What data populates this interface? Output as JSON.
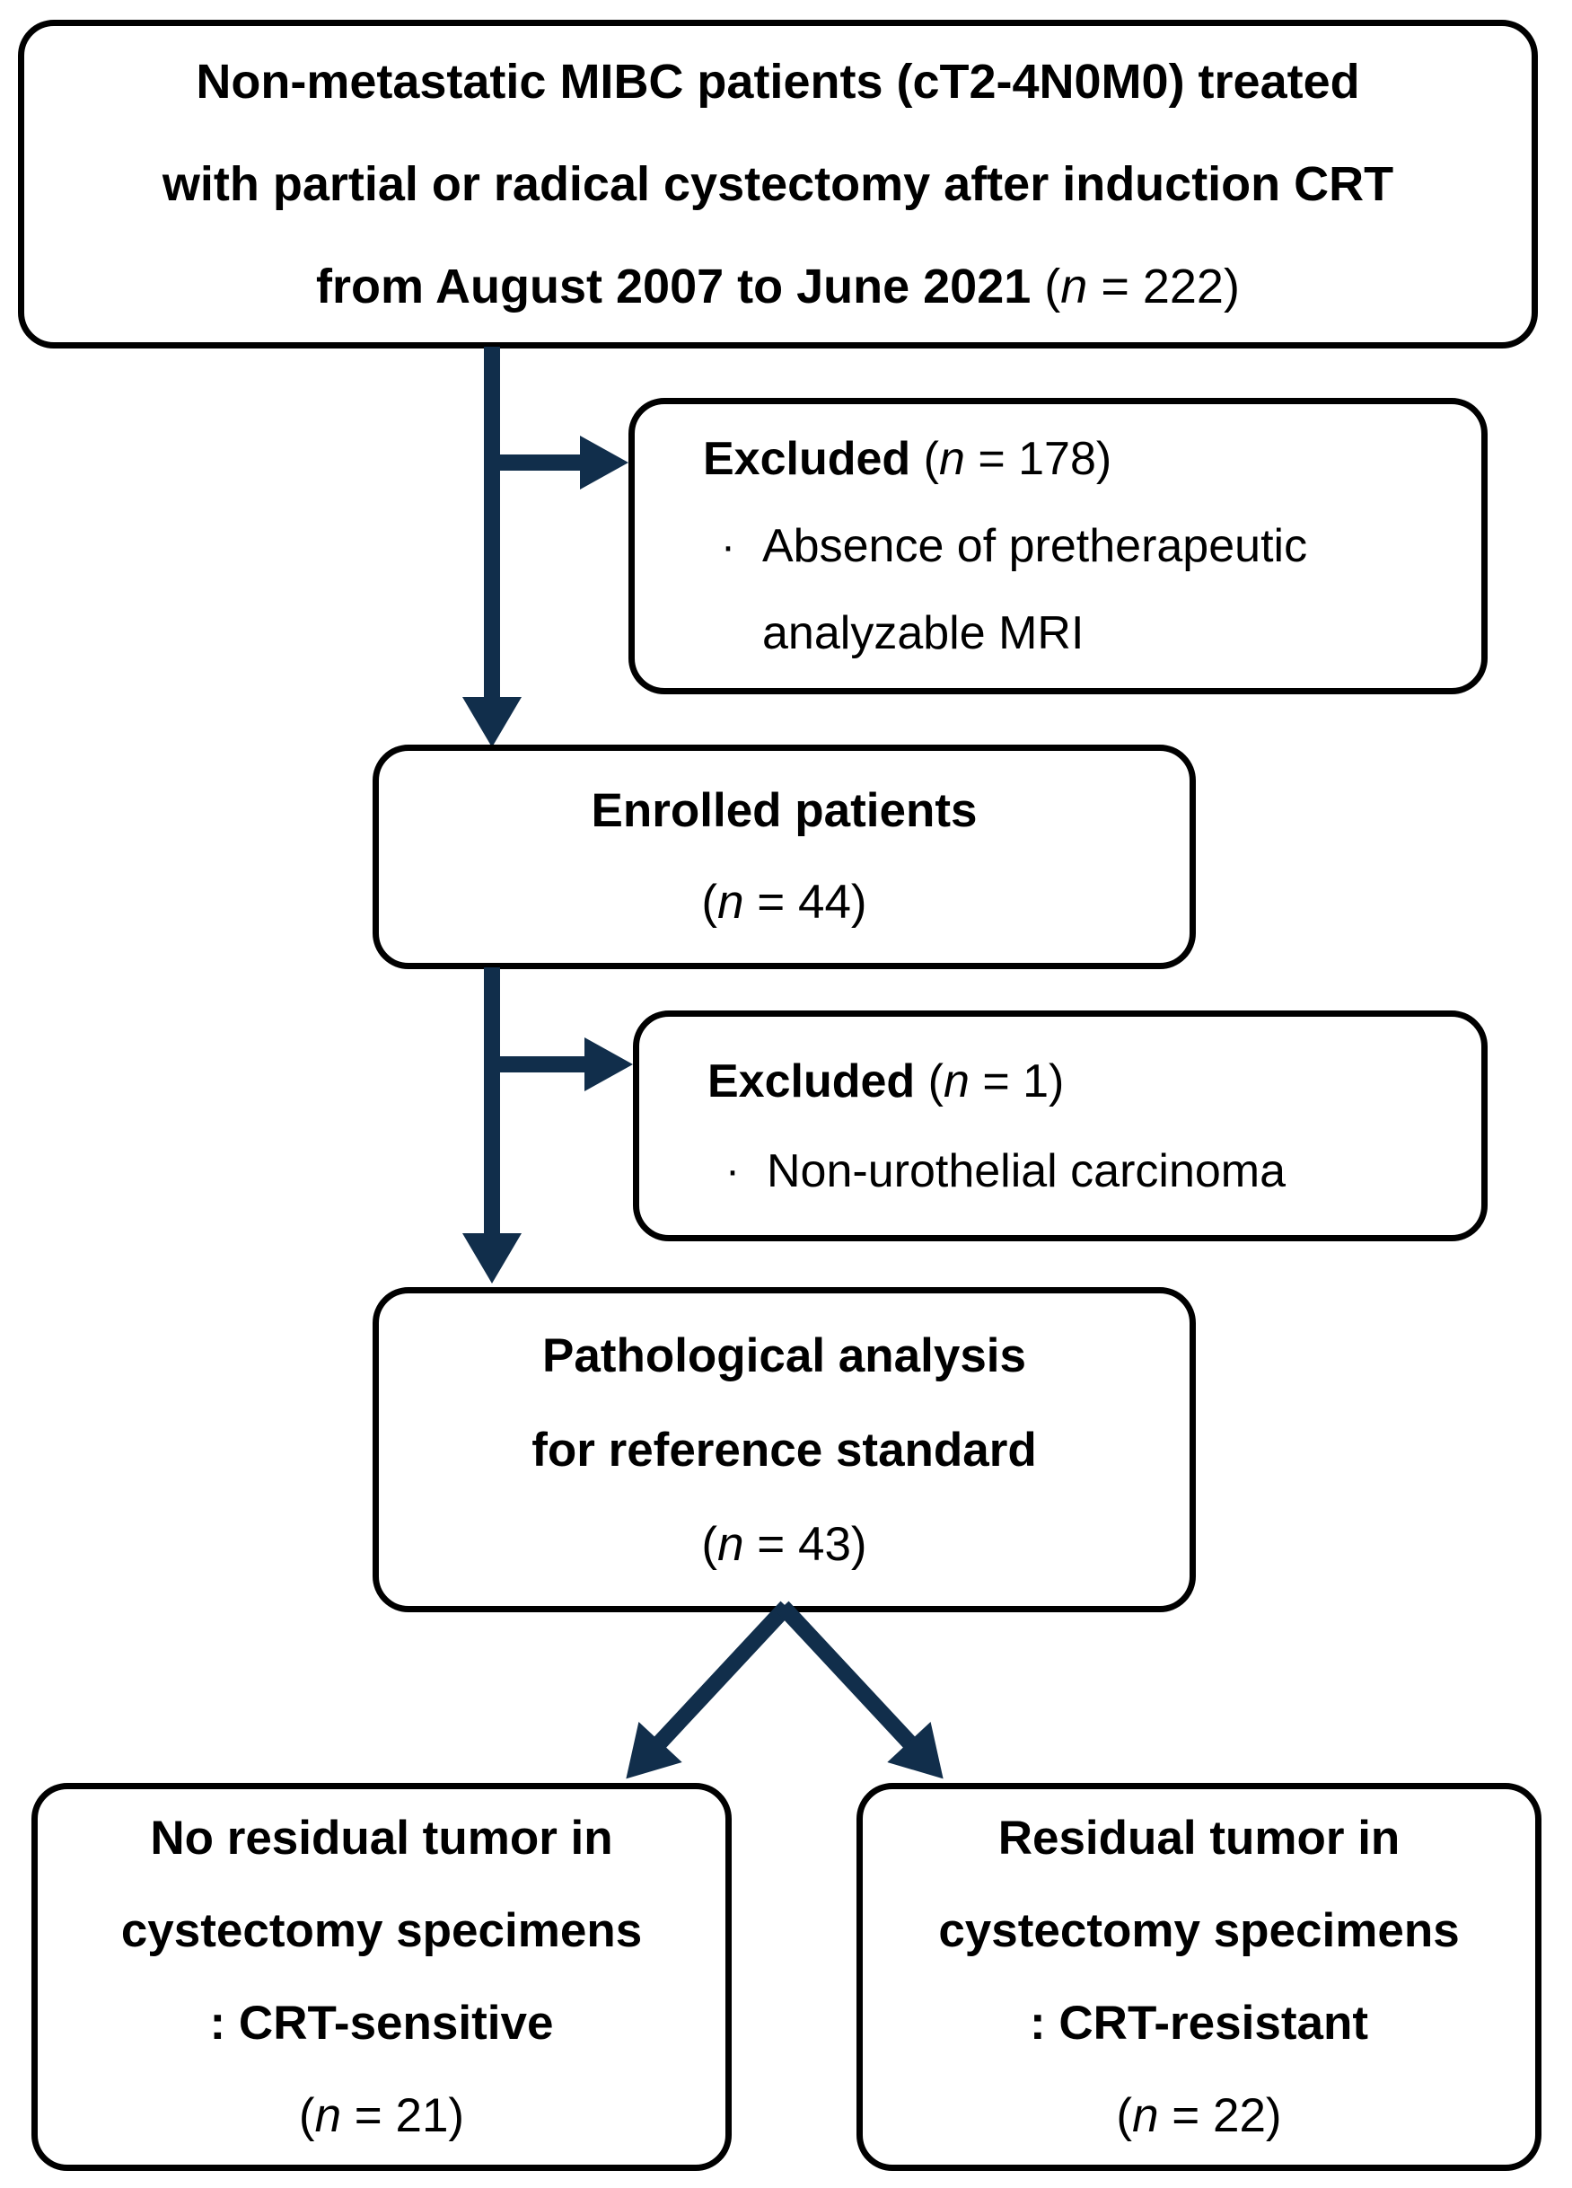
{
  "palette": {
    "arrow": "#112e4b",
    "ink": "#000000",
    "paper": "#ffffff"
  },
  "boxes": {
    "source": {
      "line1": "Non-metastatic MIBC patients (cT2-4N0M0) treated",
      "line2": "with partial or radical cystectomy after induction CRT",
      "line3_bold": "from August 2007 to June 2021",
      "n": {
        "pre": " (",
        "var": "n",
        "post": " = 222)"
      }
    },
    "excluded1": {
      "title": "Excluded",
      "n": {
        "pre": " (",
        "var": "n",
        "post": " = 178)"
      },
      "bullet": "·",
      "reason_line1": "Absence of pretherapeutic",
      "reason_line2": "analyzable MRI"
    },
    "enrolled": {
      "title": "Enrolled patients",
      "n": {
        "pre": "(",
        "var": "n",
        "post": " = 44)"
      }
    },
    "excluded2": {
      "title": "Excluded",
      "n": {
        "pre": " (",
        "var": "n",
        "post": " = 1)"
      },
      "bullet": "·",
      "reason_line1": "Non-urothelial carcinoma"
    },
    "pathology": {
      "line1": "Pathological analysis",
      "line2": "for reference standard",
      "n": {
        "pre": "(",
        "var": "n",
        "post": " = 43)"
      }
    },
    "crt_sensitive": {
      "line1": "No residual tumor in",
      "line2": "cystectomy specimens",
      "line3": ": CRT-sensitive",
      "n": {
        "pre": "(",
        "var": "n",
        "post": " = 21)"
      }
    },
    "crt_resistant": {
      "line1": "Residual tumor in",
      "line2": "cystectomy specimens",
      "line3": ": CRT-resistant",
      "n": {
        "pre": "(",
        "var": "n",
        "post": " = 22)"
      }
    }
  }
}
